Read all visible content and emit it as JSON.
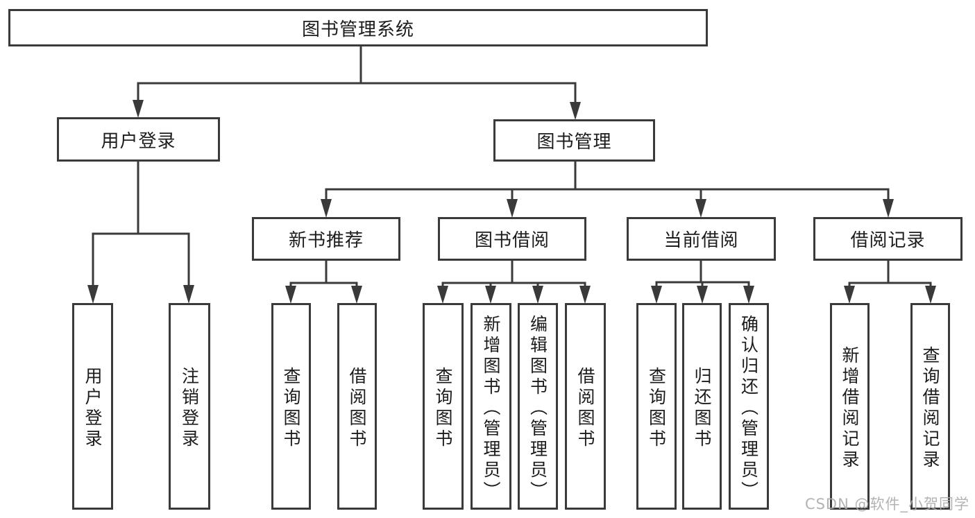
{
  "colors": {
    "background": "#ffffff",
    "line": "#3a3a3a",
    "box_border": "#3a3a3a",
    "text": "#1c1c1c",
    "watermark": "#acacac"
  },
  "watermark": {
    "text": "CSDN @软件_小贺同学"
  },
  "diagram": {
    "type": "hierarchy-tree",
    "title": "图书管理系统",
    "nodes": [
      {
        "id": "root",
        "label": "图书管理系统",
        "level": 1,
        "orientation": "horizontal",
        "parent": null
      },
      {
        "id": "user-login",
        "label": "用户登录",
        "level": 2,
        "orientation": "horizontal",
        "parent": "root"
      },
      {
        "id": "book-mgmt",
        "label": "图书管理",
        "level": 2,
        "orientation": "horizontal",
        "parent": "root"
      },
      {
        "id": "new-book-rec",
        "label": "新书推荐",
        "level": 3,
        "orientation": "horizontal",
        "parent": "book-mgmt"
      },
      {
        "id": "book-borrow",
        "label": "图书借阅",
        "level": 3,
        "orientation": "horizontal",
        "parent": "book-mgmt"
      },
      {
        "id": "current-borrow",
        "label": "当前借阅",
        "level": 3,
        "orientation": "horizontal",
        "parent": "book-mgmt"
      },
      {
        "id": "borrow-records",
        "label": "借阅记录",
        "level": 3,
        "orientation": "horizontal",
        "parent": "book-mgmt"
      },
      {
        "id": "login-action",
        "label": "用户登录",
        "level": 4,
        "orientation": "vertical",
        "parent": "user-login"
      },
      {
        "id": "logout-action",
        "label": "注销登录",
        "level": 4,
        "orientation": "vertical",
        "parent": "user-login"
      },
      {
        "id": "rec-query-book",
        "label": "查询图书",
        "level": 4,
        "orientation": "vertical",
        "parent": "new-book-rec"
      },
      {
        "id": "rec-borrow-book",
        "label": "借阅图书",
        "level": 4,
        "orientation": "vertical",
        "parent": "new-book-rec"
      },
      {
        "id": "bb-query-book",
        "label": "查询图书",
        "level": 4,
        "orientation": "vertical",
        "parent": "book-borrow"
      },
      {
        "id": "bb-add-book",
        "label": "新增图书（管理员）",
        "level": 4,
        "orientation": "vertical",
        "parent": "book-borrow"
      },
      {
        "id": "bb-edit-book",
        "label": "编辑图书（管理员）",
        "level": 4,
        "orientation": "vertical",
        "parent": "book-borrow"
      },
      {
        "id": "bb-borrow-book",
        "label": "借阅图书",
        "level": 4,
        "orientation": "vertical",
        "parent": "book-borrow"
      },
      {
        "id": "cb-query-book",
        "label": "查询图书",
        "level": 4,
        "orientation": "vertical",
        "parent": "current-borrow"
      },
      {
        "id": "cb-return-book",
        "label": "归还图书",
        "level": 4,
        "orientation": "vertical",
        "parent": "current-borrow"
      },
      {
        "id": "cb-confirm",
        "label": "确认归还（管理员）",
        "level": 4,
        "orientation": "vertical",
        "parent": "current-borrow"
      },
      {
        "id": "br-add-record",
        "label": "新增借阅记录",
        "level": 4,
        "orientation": "vertical",
        "parent": "borrow-records"
      },
      {
        "id": "br-query-record",
        "label": "查询借阅记录",
        "level": 4,
        "orientation": "vertical",
        "parent": "borrow-records"
      }
    ]
  }
}
